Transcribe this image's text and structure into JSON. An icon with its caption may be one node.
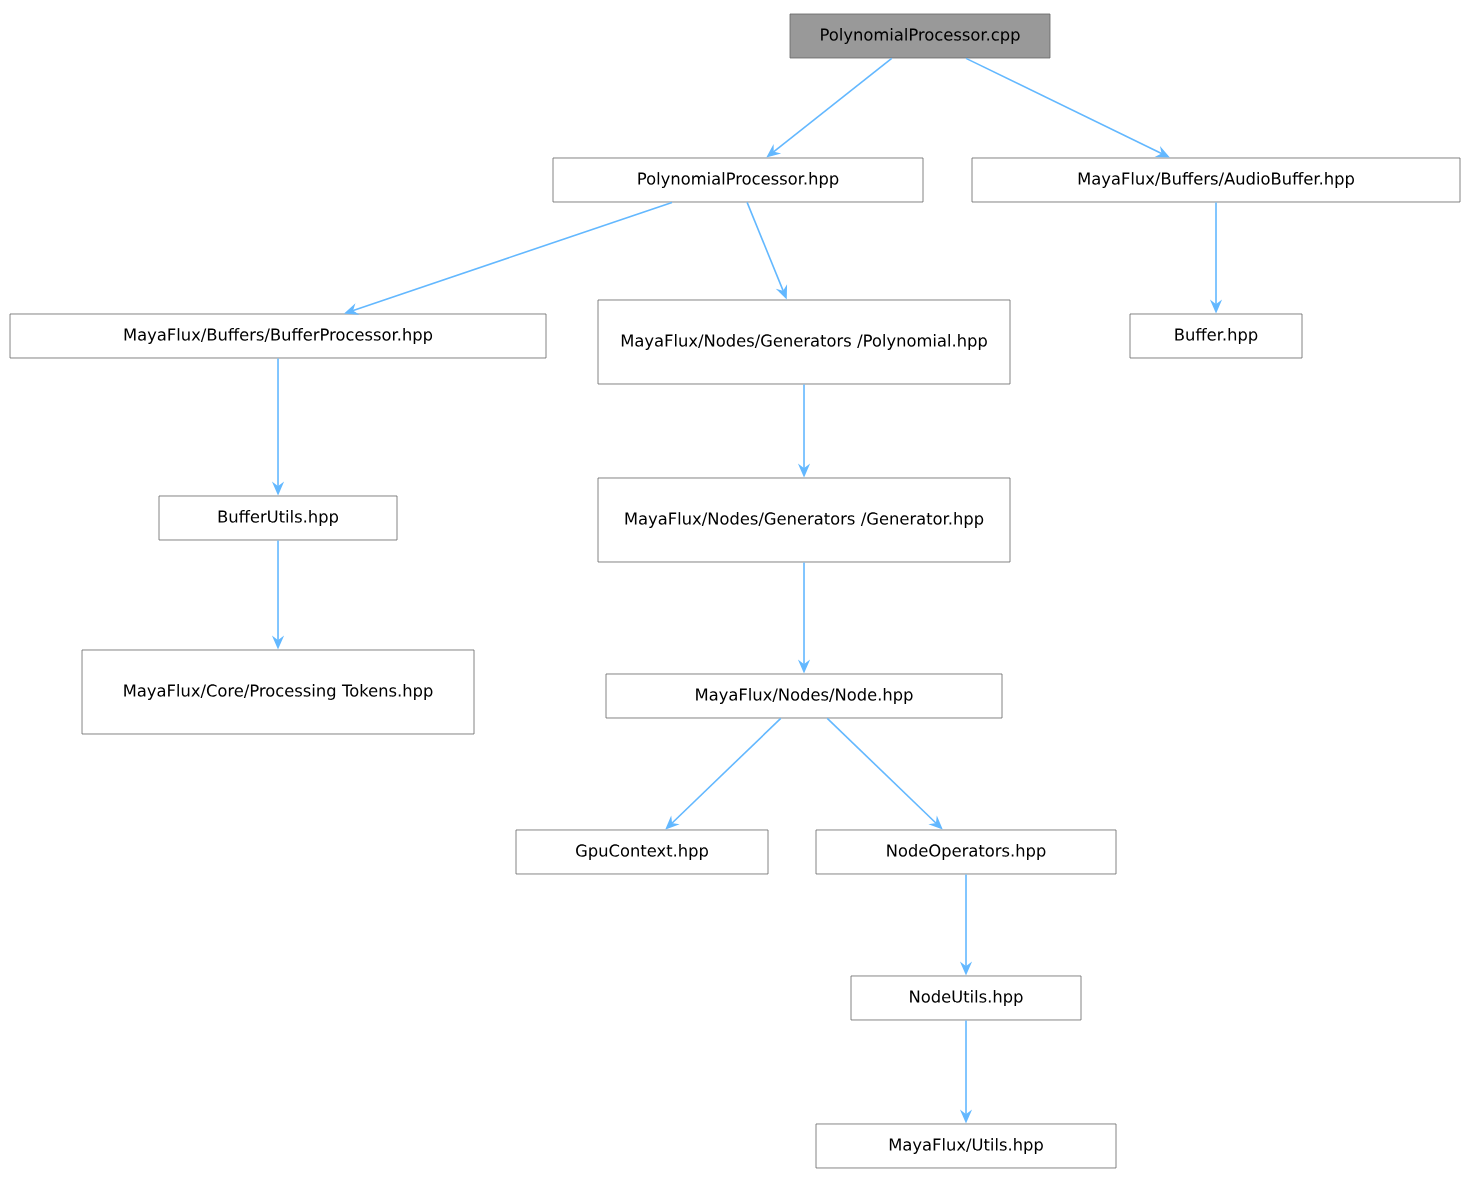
{
  "diagram": {
    "nodes": [
      {
        "text": [
          "PolynomialProcessor.cpp"
        ]
      },
      {
        "text": [
          "PolynomialProcessor.hpp"
        ]
      },
      {
        "text": [
          "MayaFlux/Buffers/AudioBuffer.hpp"
        ]
      },
      {
        "text": [
          "MayaFlux/Buffers/BufferProcessor.hpp"
        ]
      },
      {
        "text": [
          "MayaFlux/Nodes/Generators /Polynomial.hpp"
        ]
      },
      {
        "text": [
          "Buffer.hpp"
        ]
      },
      {
        "text": [
          "BufferUtils.hpp"
        ]
      },
      {
        "text": [
          "MayaFlux/Nodes/Generators /Generator.hpp"
        ]
      },
      {
        "text": [
          "MayaFlux/Core/Processing Tokens.hpp"
        ]
      },
      {
        "text": [
          "MayaFlux/Nodes/Node.hpp"
        ]
      },
      {
        "text": [
          "GpuContext.hpp"
        ]
      },
      {
        "text": [
          "NodeOperators.hpp"
        ]
      },
      {
        "text": [
          "NodeUtils.hpp"
        ]
      },
      {
        "text": [
          "MayaFlux/Utils.hpp"
        ]
      }
    ],
    "edges": [
      {
        "from": 0,
        "to": 1,
        "arrow": "to"
      },
      {
        "from": 0,
        "to": 2,
        "arrow": "to"
      },
      {
        "from": 1,
        "to": 3,
        "arrow": "to"
      },
      {
        "from": 1,
        "to": 4,
        "arrow": "to"
      },
      {
        "from": 2,
        "to": 5,
        "arrow": "to"
      },
      {
        "from": 3,
        "to": 6,
        "arrow": "to"
      },
      {
        "from": 4,
        "to": 7,
        "arrow": "to"
      },
      {
        "from": 6,
        "to": 8,
        "arrow": "to"
      },
      {
        "from": 7,
        "to": 9,
        "arrow": "to"
      },
      {
        "from": 9,
        "to": 10,
        "arrow": "to"
      },
      {
        "from": 9,
        "to": 11,
        "arrow": "to"
      },
      {
        "from": 11,
        "to": 12,
        "arrow": "to"
      },
      {
        "from": 12,
        "to": 13,
        "arrow": "to"
      }
    ]
  }
}
